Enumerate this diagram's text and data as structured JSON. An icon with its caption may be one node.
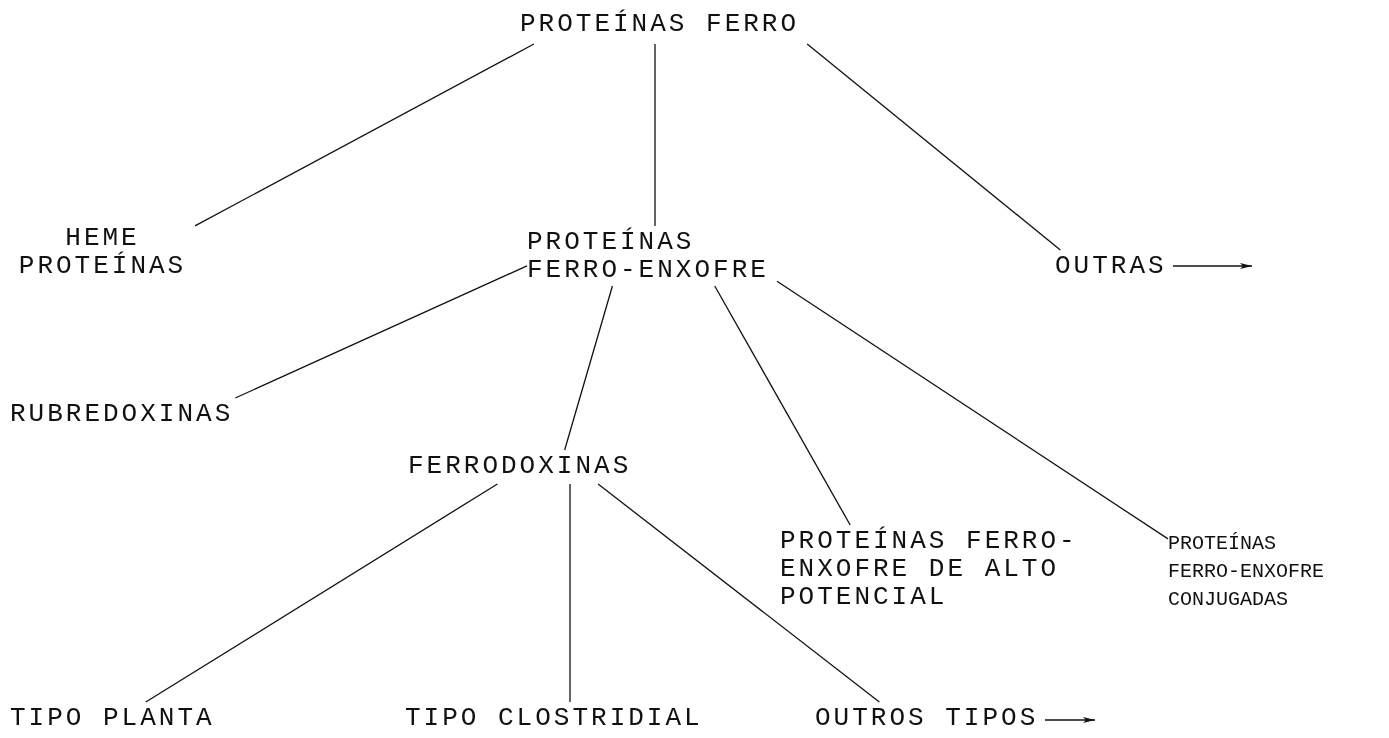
{
  "diagram": {
    "nodes": [
      {
        "text": [
          "PROTEÍNAS FERRO"
        ]
      },
      {
        "text": [
          "HEME PROTEÍNAS"
        ]
      },
      {
        "text": [
          "PROTEÍNAS FERRO-ENXOFRE"
        ]
      },
      {
        "text": [
          "OUTRAS"
        ]
      },
      {
        "text": [
          "RUBREDOXINAS"
        ]
      },
      {
        "text": [
          "FERRODOXINAS"
        ]
      },
      {
        "text": [
          "PROTEÍNAS FERRO-ENXOFRE DE ALTO POTENCIAL"
        ]
      },
      {
        "text": [
          "PROTEÍNAS FERRO-ENXOFRE CONJUGADAS"
        ]
      },
      {
        "text": [
          "TIPO PLANTA"
        ]
      },
      {
        "text": [
          "TIPO CLOSTRIDIAL"
        ]
      },
      {
        "text": [
          "OUTROS TIPOS"
        ]
      }
    ],
    "edges": [
      {
        "from": 0,
        "to": 1,
        "arrow": "none"
      },
      {
        "from": 0,
        "to": 2,
        "arrow": "none"
      },
      {
        "from": 0,
        "to": 3,
        "arrow": "none"
      },
      {
        "from": 2,
        "to": 4,
        "arrow": "none"
      },
      {
        "from": 2,
        "to": 5,
        "arrow": "none"
      },
      {
        "from": 2,
        "to": 6,
        "arrow": "none"
      },
      {
        "from": 2,
        "to": 7,
        "arrow": "none"
      },
      {
        "from": 5,
        "to": 8,
        "arrow": "none"
      },
      {
        "from": 5,
        "to": 9,
        "arrow": "none"
      },
      {
        "from": 5,
        "to": 10,
        "arrow": "none"
      },
      {
        "from": 3,
        "to": null,
        "arrow": "to"
      },
      {
        "from": 10,
        "to": null,
        "arrow": "to"
      }
    ]
  }
}
